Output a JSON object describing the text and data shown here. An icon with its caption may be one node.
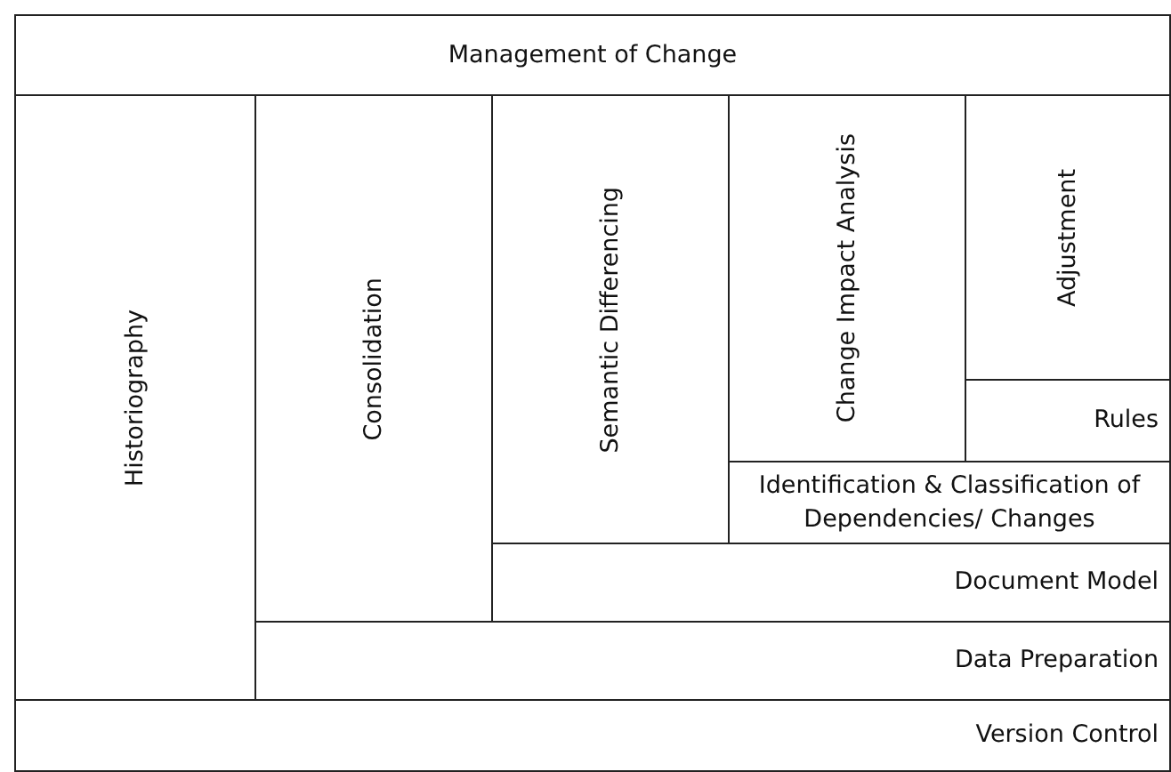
{
  "diagram": {
    "nodes": [
      {
        "text": [
          "Management of Change"
        ]
      },
      {
        "text": [
          "Historiography"
        ]
      },
      {
        "text": [
          "Consolidation"
        ]
      },
      {
        "text": [
          "Semantic Differencing"
        ]
      },
      {
        "text": [
          "Change Impact Analysis"
        ]
      },
      {
        "text": [
          "Adjustment"
        ]
      },
      {
        "text": [
          "Rules"
        ]
      },
      {
        "text": [
          "Identification & Classification of Dependencies/ Changes"
        ]
      },
      {
        "text": [
          "Document Model"
        ]
      },
      {
        "text": [
          "Data Preparation"
        ]
      },
      {
        "text": [
          "Version Control"
        ]
      }
    ]
  }
}
